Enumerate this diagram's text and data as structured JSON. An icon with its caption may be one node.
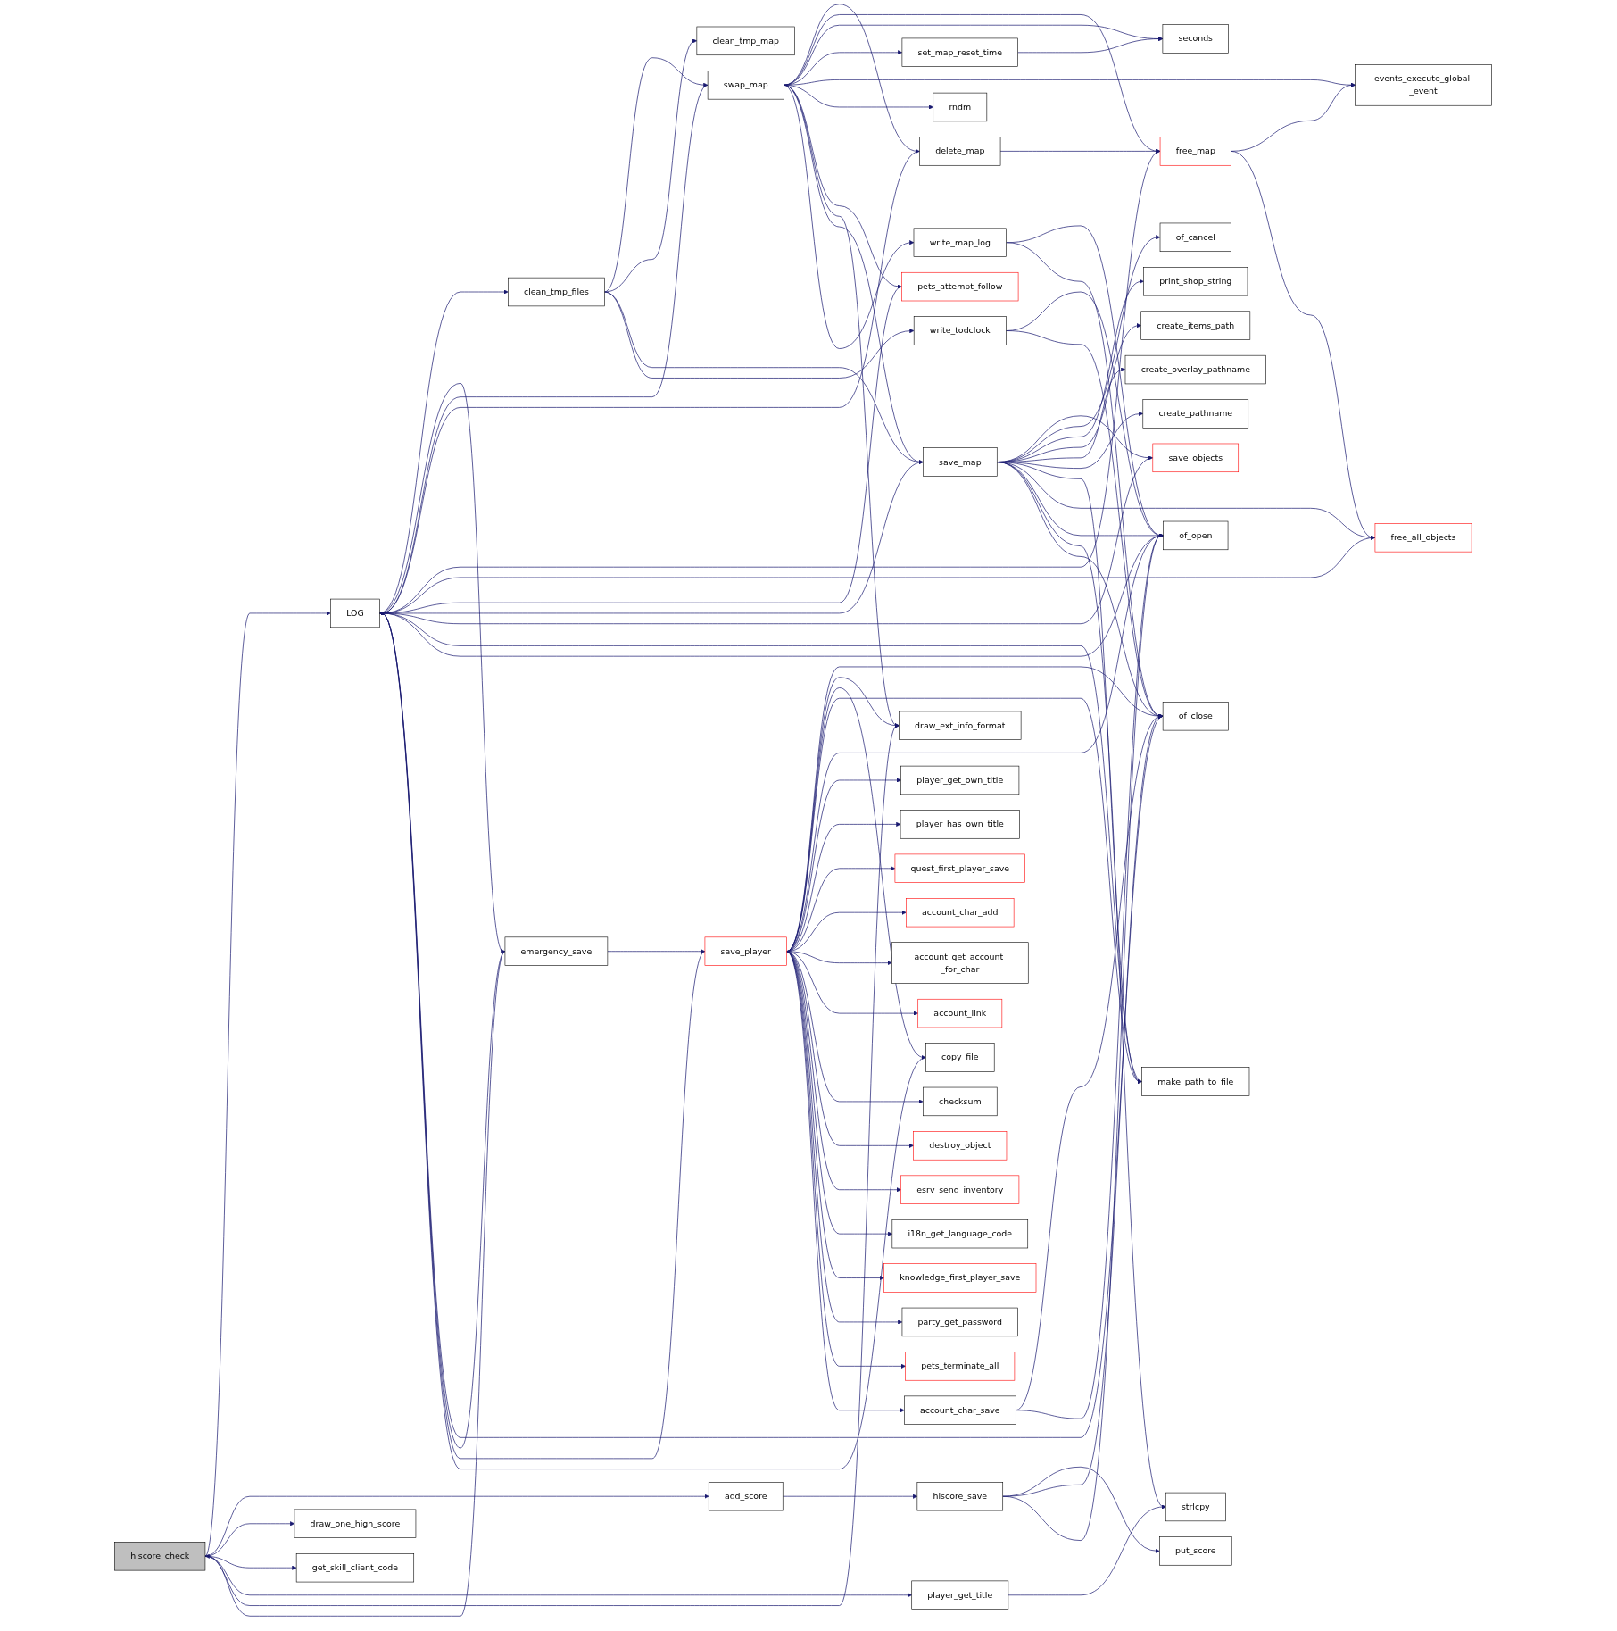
{
  "diagram": {
    "nodes": [
      {
        "text": [
          "hiscore_check"
        ]
      },
      {
        "text": [
          "add_score"
        ]
      },
      {
        "text": [
          "draw_one_high_score"
        ]
      },
      {
        "text": [
          "get_skill_client_code"
        ]
      },
      {
        "text": [
          "player_get_title"
        ]
      },
      {
        "text": [
          "LOG"
        ]
      },
      {
        "text": [
          "hiscore_save"
        ]
      },
      {
        "text": [
          "put_score"
        ]
      },
      {
        "text": [
          "of_close"
        ]
      },
      {
        "text": [
          "emergency_save"
        ]
      },
      {
        "text": [
          "clean_tmp_files"
        ]
      },
      {
        "text": [
          "write_todclock"
        ]
      },
      {
        "text": [
          "swap_map"
        ]
      },
      {
        "text": [
          "clean_tmp_map"
        ]
      },
      {
        "text": [
          "save_player"
        ]
      },
      {
        "text": [
          "delete_map"
        ]
      },
      {
        "text": [
          "set_map_reset_time"
        ]
      },
      {
        "text": [
          "rndm"
        ]
      },
      {
        "text": [
          "pets_attempt_follow"
        ]
      },
      {
        "text": [
          "draw_ext_info_format"
        ]
      },
      {
        "text": [
          "save_map"
        ]
      },
      {
        "text": [
          "write_map_log"
        ]
      },
      {
        "text": [
          "copy_file"
        ]
      },
      {
        "text": [
          "player_get_own_title"
        ]
      },
      {
        "text": [
          "player_has_own_title"
        ]
      },
      {
        "text": [
          "quest_first_player_save"
        ]
      },
      {
        "text": [
          "account_char_add"
        ]
      },
      {
        "text": [
          "account_get_account _for_char"
        ]
      },
      {
        "text": [
          "account_link"
        ]
      },
      {
        "text": [
          "checksum"
        ]
      },
      {
        "text": [
          "destroy_object"
        ]
      },
      {
        "text": [
          "esrv_send_inventory"
        ]
      },
      {
        "text": [
          "i18n_get_language_code"
        ]
      },
      {
        "text": [
          "knowledge_first_player_save"
        ]
      },
      {
        "text": [
          "party_get_password"
        ]
      },
      {
        "text": [
          "pets_terminate_all"
        ]
      },
      {
        "text": [
          "account_char_save"
        ]
      },
      {
        "text": [
          "free_map"
        ]
      },
      {
        "text": [
          "seconds"
        ]
      },
      {
        "text": [
          "save_objects"
        ]
      },
      {
        "text": [
          "of_cancel"
        ]
      },
      {
        "text": [
          "print_shop_string"
        ]
      },
      {
        "text": [
          "create_items_path"
        ]
      },
      {
        "text": [
          "create_overlay_pathname"
        ]
      },
      {
        "text": [
          "create_pathname"
        ]
      },
      {
        "text": [
          "make_path_to_file"
        ]
      },
      {
        "text": [
          "free_all_objects"
        ]
      },
      {
        "text": [
          "of_open"
        ]
      },
      {
        "text": [
          "strlcpy"
        ]
      },
      {
        "text": [
          "events_execute_global _event"
        ]
      }
    ],
    "edges": [
      {
        "from": 0,
        "to": 5,
        "arrow": "to"
      },
      {
        "from": 0,
        "to": 1,
        "arrow": "to"
      },
      {
        "from": 0,
        "to": 2,
        "arrow": "to"
      },
      {
        "from": 0,
        "to": 3,
        "arrow": "to"
      },
      {
        "from": 0,
        "to": 4,
        "arrow": "to"
      },
      {
        "from": 0,
        "to": 19,
        "arrow": "to"
      },
      {
        "from": 1,
        "to": 6,
        "arrow": "to"
      },
      {
        "from": 6,
        "to": 7,
        "arrow": "to"
      },
      {
        "from": 6,
        "to": 8,
        "arrow": "to"
      },
      {
        "from": 6,
        "to": 47,
        "arrow": "to"
      },
      {
        "from": 4,
        "to": 48,
        "arrow": "to"
      },
      {
        "from": 5,
        "to": 10,
        "arrow": "to"
      },
      {
        "from": 5,
        "to": 9,
        "arrow": "to"
      },
      {
        "from": 9,
        "to": 0,
        "arrow": "to"
      },
      {
        "from": 9,
        "to": 5,
        "arrow": "to"
      },
      {
        "from": 9,
        "to": 14,
        "arrow": "to"
      },
      {
        "from": 8,
        "to": 5,
        "arrow": "to"
      },
      {
        "from": 10,
        "to": 12,
        "arrow": "to"
      },
      {
        "from": 10,
        "to": 13,
        "arrow": "to"
      },
      {
        "from": 10,
        "to": 20,
        "arrow": "to"
      },
      {
        "from": 10,
        "to": 11,
        "arrow": "to"
      },
      {
        "from": 11,
        "to": 47,
        "arrow": "to"
      },
      {
        "from": 11,
        "to": 8,
        "arrow": "to"
      },
      {
        "from": 12,
        "to": 5,
        "arrow": "to"
      },
      {
        "from": 12,
        "to": 15,
        "arrow": "to"
      },
      {
        "from": 12,
        "to": 37,
        "arrow": "to"
      },
      {
        "from": 12,
        "to": 38,
        "arrow": "to"
      },
      {
        "from": 12,
        "to": 16,
        "arrow": "to"
      },
      {
        "from": 12,
        "to": 49,
        "arrow": "to"
      },
      {
        "from": 12,
        "to": 17,
        "arrow": "to"
      },
      {
        "from": 12,
        "to": 18,
        "arrow": "to"
      },
      {
        "from": 12,
        "to": 19,
        "arrow": "to"
      },
      {
        "from": 12,
        "to": 20,
        "arrow": "to"
      },
      {
        "from": 12,
        "to": 21,
        "arrow": "to"
      },
      {
        "from": 15,
        "to": 5,
        "arrow": "to"
      },
      {
        "from": 15,
        "to": 37,
        "arrow": "to"
      },
      {
        "from": 37,
        "to": 5,
        "arrow": "to"
      },
      {
        "from": 37,
        "to": 49,
        "arrow": "to"
      },
      {
        "from": 37,
        "to": 46,
        "arrow": "to"
      },
      {
        "from": 16,
        "to": 38,
        "arrow": "to"
      },
      {
        "from": 39,
        "to": 5,
        "arrow": "to"
      },
      {
        "from": 18,
        "to": 5,
        "arrow": "to"
      },
      {
        "from": 20,
        "to": 5,
        "arrow": "to"
      },
      {
        "from": 20,
        "to": 39,
        "arrow": "to"
      },
      {
        "from": 20,
        "to": 40,
        "arrow": "to"
      },
      {
        "from": 20,
        "to": 41,
        "arrow": "to"
      },
      {
        "from": 20,
        "to": 42,
        "arrow": "to"
      },
      {
        "from": 20,
        "to": 43,
        "arrow": "to"
      },
      {
        "from": 20,
        "to": 44,
        "arrow": "to"
      },
      {
        "from": 20,
        "to": 45,
        "arrow": "to"
      },
      {
        "from": 20,
        "to": 46,
        "arrow": "to"
      },
      {
        "from": 20,
        "to": 47,
        "arrow": "to"
      },
      {
        "from": 20,
        "to": 48,
        "arrow": "to"
      },
      {
        "from": 20,
        "to": 8,
        "arrow": "to"
      },
      {
        "from": 45,
        "to": 5,
        "arrow": "to"
      },
      {
        "from": 46,
        "to": 5,
        "arrow": "to"
      },
      {
        "from": 47,
        "to": 5,
        "arrow": "to"
      },
      {
        "from": 21,
        "to": 47,
        "arrow": "to"
      },
      {
        "from": 21,
        "to": 8,
        "arrow": "to"
      },
      {
        "from": 22,
        "to": 5,
        "arrow": "to"
      },
      {
        "from": 14,
        "to": 5,
        "arrow": "to"
      },
      {
        "from": 14,
        "to": 8,
        "arrow": "to"
      },
      {
        "from": 14,
        "to": 19,
        "arrow": "to"
      },
      {
        "from": 14,
        "to": 22,
        "arrow": "to"
      },
      {
        "from": 14,
        "to": 45,
        "arrow": "to"
      },
      {
        "from": 14,
        "to": 47,
        "arrow": "to"
      },
      {
        "from": 14,
        "to": 23,
        "arrow": "to"
      },
      {
        "from": 14,
        "to": 24,
        "arrow": "to"
      },
      {
        "from": 14,
        "to": 25,
        "arrow": "to"
      },
      {
        "from": 14,
        "to": 26,
        "arrow": "to"
      },
      {
        "from": 14,
        "to": 27,
        "arrow": "to"
      },
      {
        "from": 14,
        "to": 28,
        "arrow": "to"
      },
      {
        "from": 14,
        "to": 29,
        "arrow": "to"
      },
      {
        "from": 14,
        "to": 30,
        "arrow": "to"
      },
      {
        "from": 14,
        "to": 31,
        "arrow": "to"
      },
      {
        "from": 14,
        "to": 32,
        "arrow": "to"
      },
      {
        "from": 14,
        "to": 33,
        "arrow": "to"
      },
      {
        "from": 14,
        "to": 34,
        "arrow": "to"
      },
      {
        "from": 14,
        "to": 35,
        "arrow": "to"
      },
      {
        "from": 14,
        "to": 36,
        "arrow": "to"
      },
      {
        "from": 36,
        "to": 8,
        "arrow": "to"
      },
      {
        "from": 36,
        "to": 47,
        "arrow": "to"
      }
    ]
  }
}
